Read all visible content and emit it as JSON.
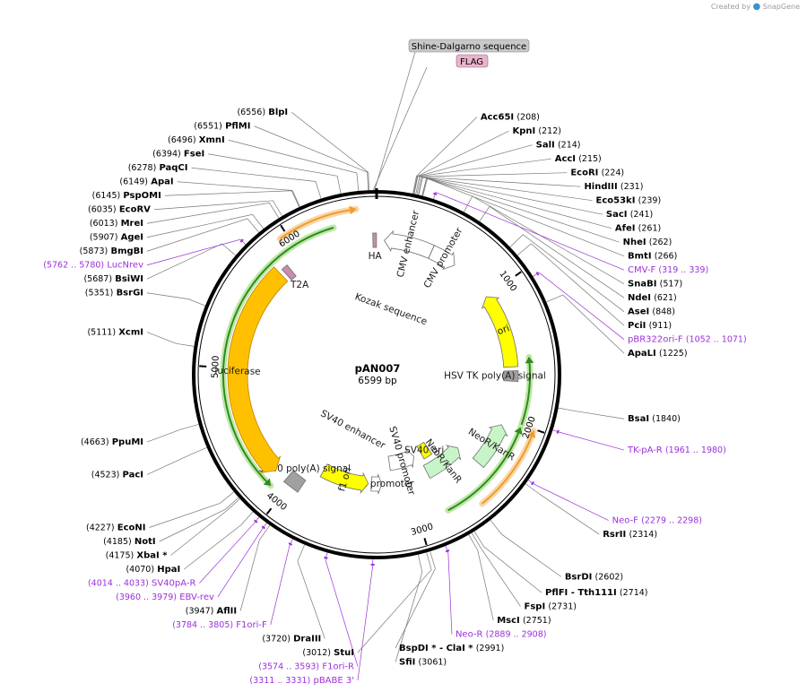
{
  "brand": {
    "created_by": "Created by",
    "product": "SnapGene"
  },
  "plasmid": {
    "name": "pAN007",
    "size_label": "6599 bp",
    "length": 6599
  },
  "ticks": [
    {
      "bp": 1000,
      "label": "1000"
    },
    {
      "bp": 2000,
      "label": "2000"
    },
    {
      "bp": 3000,
      "label": "3000"
    },
    {
      "bp": 4000,
      "label": "4000"
    },
    {
      "bp": 5000,
      "label": "5000"
    },
    {
      "bp": 6000,
      "label": "6000"
    }
  ],
  "top_boxes": [
    {
      "label": "Shine-Dalgarno sequence",
      "style": "grey"
    },
    {
      "label": "FLAG",
      "style": "pink"
    }
  ],
  "sites": [
    {
      "bp": 6556,
      "name": "BlpI",
      "pos": "(6556)",
      "side": "left"
    },
    {
      "bp": 6551,
      "name": "PflMI",
      "pos": "(6551)",
      "side": "left"
    },
    {
      "bp": 6496,
      "name": "XmnI",
      "pos": "(6496)",
      "side": "left"
    },
    {
      "bp": 6394,
      "name": "FseI",
      "pos": "(6394)",
      "side": "left"
    },
    {
      "bp": 6278,
      "name": "PaqCI",
      "pos": "(6278)",
      "side": "left"
    },
    {
      "bp": 6149,
      "name": "ApaI",
      "pos": "(6149)",
      "side": "left"
    },
    {
      "bp": 6145,
      "name": "PspOMI",
      "pos": "(6145)",
      "side": "left"
    },
    {
      "bp": 6035,
      "name": "EcoRV",
      "pos": "(6035)",
      "side": "left"
    },
    {
      "bp": 6013,
      "name": "MreI",
      "pos": "(6013)",
      "side": "left"
    },
    {
      "bp": 5907,
      "name": "AgeI",
      "pos": "(5907)",
      "side": "left"
    },
    {
      "bp": 5873,
      "name": "BmgBI",
      "pos": "(5873)",
      "side": "left"
    },
    {
      "bp": 5687,
      "name": "BsiWI",
      "pos": "(5687)",
      "side": "left"
    },
    {
      "bp": 5351,
      "name": "BsrGI",
      "pos": "(5351)",
      "side": "left"
    },
    {
      "bp": 5111,
      "name": "XcmI",
      "pos": "(5111)",
      "side": "left"
    },
    {
      "bp": 4663,
      "name": "PpuMI",
      "pos": "(4663)",
      "side": "left"
    },
    {
      "bp": 4523,
      "name": "PacI",
      "pos": "(4523)",
      "side": "left"
    },
    {
      "bp": 4227,
      "name": "EcoNI",
      "pos": "(4227)",
      "side": "left"
    },
    {
      "bp": 4185,
      "name": "NotI",
      "pos": "(4185)",
      "side": "left"
    },
    {
      "bp": 4175,
      "name": "XbaI *",
      "pos": "(4175)",
      "side": "left"
    },
    {
      "bp": 4070,
      "name": "HpaI",
      "pos": "(4070)",
      "side": "left"
    },
    {
      "bp": 3947,
      "name": "AflII",
      "pos": "(3947)",
      "side": "left"
    },
    {
      "bp": 3720,
      "name": "DraIII",
      "pos": "(3720)",
      "side": "left"
    },
    {
      "bp": 3061,
      "name": "SfiI",
      "pos": "(3061)",
      "side": "right"
    },
    {
      "bp": 3012,
      "name": "StuI",
      "pos": "(3012)",
      "side": "left"
    },
    {
      "bp": 208,
      "name": "Acc65I",
      "pos": "(208)",
      "side": "right"
    },
    {
      "bp": 212,
      "name": "KpnI",
      "pos": "(212)",
      "side": "right"
    },
    {
      "bp": 214,
      "name": "SalI",
      "pos": "(214)",
      "side": "right"
    },
    {
      "bp": 215,
      "name": "AccI",
      "pos": "(215)",
      "side": "right"
    },
    {
      "bp": 224,
      "name": "EcoRI",
      "pos": "(224)",
      "side": "right"
    },
    {
      "bp": 231,
      "name": "HindIII",
      "pos": "(231)",
      "side": "right"
    },
    {
      "bp": 239,
      "name": "Eco53kI",
      "pos": "(239)",
      "side": "right"
    },
    {
      "bp": 241,
      "name": "SacI",
      "pos": "(241)",
      "side": "right"
    },
    {
      "bp": 261,
      "name": "AfeI",
      "pos": "(261)",
      "side": "right"
    },
    {
      "bp": 262,
      "name": "NheI",
      "pos": "(262)",
      "side": "right"
    },
    {
      "bp": 266,
      "name": "BmtI",
      "pos": "(266)",
      "side": "right"
    },
    {
      "bp": 517,
      "name": "SnaBI",
      "pos": "(517)",
      "side": "right"
    },
    {
      "bp": 621,
      "name": "NdeI",
      "pos": "(621)",
      "side": "right"
    },
    {
      "bp": 848,
      "name": "AseI",
      "pos": "(848)",
      "side": "right"
    },
    {
      "bp": 911,
      "name": "PciI",
      "pos": "(911)",
      "side": "right"
    },
    {
      "bp": 1225,
      "name": "ApaLI",
      "pos": "(1225)",
      "side": "right"
    },
    {
      "bp": 1840,
      "name": "BsaI",
      "pos": "(1840)",
      "side": "right"
    },
    {
      "bp": 2314,
      "name": "RsrII",
      "pos": "(2314)",
      "side": "right"
    },
    {
      "bp": 2602,
      "name": "BsrDI",
      "pos": "(2602)",
      "side": "right"
    },
    {
      "bp": 2714,
      "name": "PflFI - Tth111I",
      "pos": "(2714)",
      "side": "right"
    },
    {
      "bp": 2731,
      "name": "FspI",
      "pos": "(2731)",
      "side": "right"
    },
    {
      "bp": 2751,
      "name": "MscI",
      "pos": "(2751)",
      "side": "right"
    },
    {
      "bp": 2991,
      "name": "BspDI * - ClaI *",
      "pos": "(2991)",
      "side": "right"
    }
  ],
  "primers": [
    {
      "bp": 5771,
      "name": "LucNrev",
      "range": "(5762 .. 5780)",
      "side": "left"
    },
    {
      "bp": 4023,
      "name": "SV40pA-R",
      "range": "(4014 .. 4033)",
      "side": "left"
    },
    {
      "bp": 3969,
      "name": "EBV-rev",
      "range": "(3960 .. 3979)",
      "side": "left"
    },
    {
      "bp": 3794,
      "name": "F1ori-F",
      "range": "(3784 .. 3805)",
      "side": "left"
    },
    {
      "bp": 3583,
      "name": "F1ori-R",
      "range": "(3574 .. 3593)",
      "side": "left"
    },
    {
      "bp": 3321,
      "name": "pBABE 3'",
      "range": "(3311 .. 3331)",
      "side": "left"
    },
    {
      "bp": 329,
      "name": "CMV-F",
      "range": "(319 .. 339)",
      "side": "right"
    },
    {
      "bp": 1061,
      "name": "pBR322ori-F",
      "range": "(1052 .. 1071)",
      "side": "right"
    },
    {
      "bp": 1970,
      "name": "TK-pA-R",
      "range": "(1961 .. 1980)",
      "side": "right"
    },
    {
      "bp": 2288,
      "name": "Neo-F",
      "range": "(2279 .. 2298)",
      "side": "right"
    },
    {
      "bp": 2898,
      "name": "Neo-R",
      "range": "(2889 .. 2908)",
      "side": "right"
    }
  ],
  "colors": {
    "backbone": "#000000",
    "primer": "#9b30d9",
    "orf_orange": "#f29a2e",
    "orf_green": "#2e8b1e",
    "luciferase": "#ffc000",
    "ori": "#ffff00",
    "neo": "#c8f5c8",
    "promoter": "#ffffff",
    "polya": "#a0a0a0",
    "tag": "#c98bb0",
    "sd_box": "#c8c8c8",
    "flag_box": "#e8b4cc"
  },
  "features": [
    {
      "name": "CMV enhancer",
      "type": "promoter",
      "start": 60,
      "end": 440,
      "dir": -1,
      "ring": 0
    },
    {
      "name": "CMV promoter",
      "type": "promoter",
      "start": 441,
      "end": 650,
      "dir": 1,
      "ring": 0
    },
    {
      "name": "ori",
      "type": "ori",
      "start": 1000,
      "end": 1589,
      "dir": -1,
      "ring": 0
    },
    {
      "name": "HSV TK poly(A) signal",
      "type": "polya",
      "start": 1620,
      "end": 1700,
      "dir": 0,
      "ring": 0
    },
    {
      "name": "NeoR/KanR",
      "type": "neo",
      "start": 2050,
      "end": 2400,
      "dir": -1,
      "ring": 0
    },
    {
      "name": "NeoR/KanR",
      "type": "neo",
      "start": 2420,
      "end": 2800,
      "dir": -1,
      "ring": 1
    },
    {
      "name": "SV40 promoter",
      "type": "promoter",
      "start": 2850,
      "end": 3150,
      "dir": -1,
      "ring": 2
    },
    {
      "name": "SV40 ori",
      "type": "ori",
      "start": 2660,
      "end": 2760,
      "dir": 0,
      "ring": 2
    },
    {
      "name": "AmpR promoter",
      "type": "promoter",
      "start": 3250,
      "end": 3350,
      "dir": -1,
      "ring": 1
    },
    {
      "name": "f1 ori",
      "type": "ori",
      "start": 3380,
      "end": 3830,
      "dir": -1,
      "ring": 1
    },
    {
      "name": "SV40 poly(A) signal",
      "type": "polya",
      "start": 3920,
      "end": 4050,
      "dir": 0,
      "ring": 0
    },
    {
      "name": "luciferase",
      "type": "luciferase",
      "start": 4150,
      "end": 5800,
      "dir": -1,
      "ring": 0
    },
    {
      "name": "T2A",
      "type": "tag",
      "start": 5830,
      "end": 5880,
      "dir": 0,
      "ring": 0
    },
    {
      "name": "HA",
      "type": "tag",
      "start": 6570,
      "end": 6598,
      "dir": 0,
      "ring": 0
    }
  ],
  "orfs": [
    {
      "start": 5950,
      "end": 6470,
      "dir": 1,
      "color": "orange"
    },
    {
      "start": 4100,
      "end": 6300,
      "dir": -1,
      "color": "green"
    },
    {
      "start": 1530,
      "end": 2000,
      "dir": -1,
      "color": "green"
    },
    {
      "start": 2010,
      "end": 2580,
      "dir": -1,
      "color": "orange"
    },
    {
      "start": 2020,
      "end": 2790,
      "dir": -1,
      "color": "green"
    }
  ],
  "inner_labels": {
    "kozak": "Kozak sequence",
    "sv40_enhancer": "SV40 enhancer"
  }
}
